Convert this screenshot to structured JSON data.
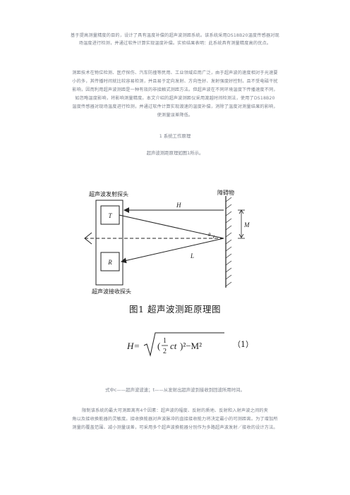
{
  "intro": {
    "line1": "基于提高测量精度的目的，设计了具有温度补偿的超声波测距系统。该系统采用DS18B20温度传感器对现",
    "line2": "场温度进行检测，并通过软件计算实现温度补偿。实验结果表明：此系统具有测量精度高的优点。"
  },
  "body1": {
    "lines": [
      "测距技术在物位检测、医疗探伤、汽车防撞等民用、工业领域应用广泛，由于超声波的速度相对于光速要",
      "小的多，其传播时间就比较容易检测，并且易于定向发射、方向性好、发射强度好控制，且不受电磁干扰",
      "影响，因而利用超声波测距是一种有效的非接触式测距方法。但超声波在不同环境温度下传播速度不同，",
      "如忽略温度影响，将影响测量精度。本文介绍的超声波测距仪采用渡越时间检测法，使用了DS18B20",
      "温度传感器对现场温度进行检测，并通过软件计算实现渡速的温度补偿，消除了温度对测量结果的影响，",
      "使测量误差降低。"
    ]
  },
  "section": {
    "heading": "1 系统工作原理",
    "sub": "超声波测距原理如图1所示。"
  },
  "figure": {
    "label_emit": "超声波发射探头",
    "label_recv": "超声波接收探头",
    "label_obstacle": "障碍物",
    "T": "T",
    "R": "R",
    "H": "H",
    "M": "M",
    "L": "L",
    "theta": "θ",
    "caption": "图1  超声波测距原理图"
  },
  "formula": {
    "H": "H=",
    "half_num": "1",
    "half_den": "2",
    "ct": "ct",
    "rest": ")²−M²",
    "lparen": "(",
    "eq_no": "（1）"
  },
  "where": {
    "text": "式中c——超声波波速；t——从发射出超声波到接收到回波所用时间。"
  },
  "body2": {
    "lines": [
      "限制该系统的最大可测距离有4个因素：超声波的幅度、反射的质地、反射和入射声波之间的夹",
      "角以及接收换能器的灵敏度。接收换能器对声波脉冲的直接接收能力将决定最小的可测距离。为了增加所",
      "测量的覆盖范围、减小测量误差，可采用多个超声波换能器分别作为多路超声波发射／接收的设计方法。"
    ]
  }
}
